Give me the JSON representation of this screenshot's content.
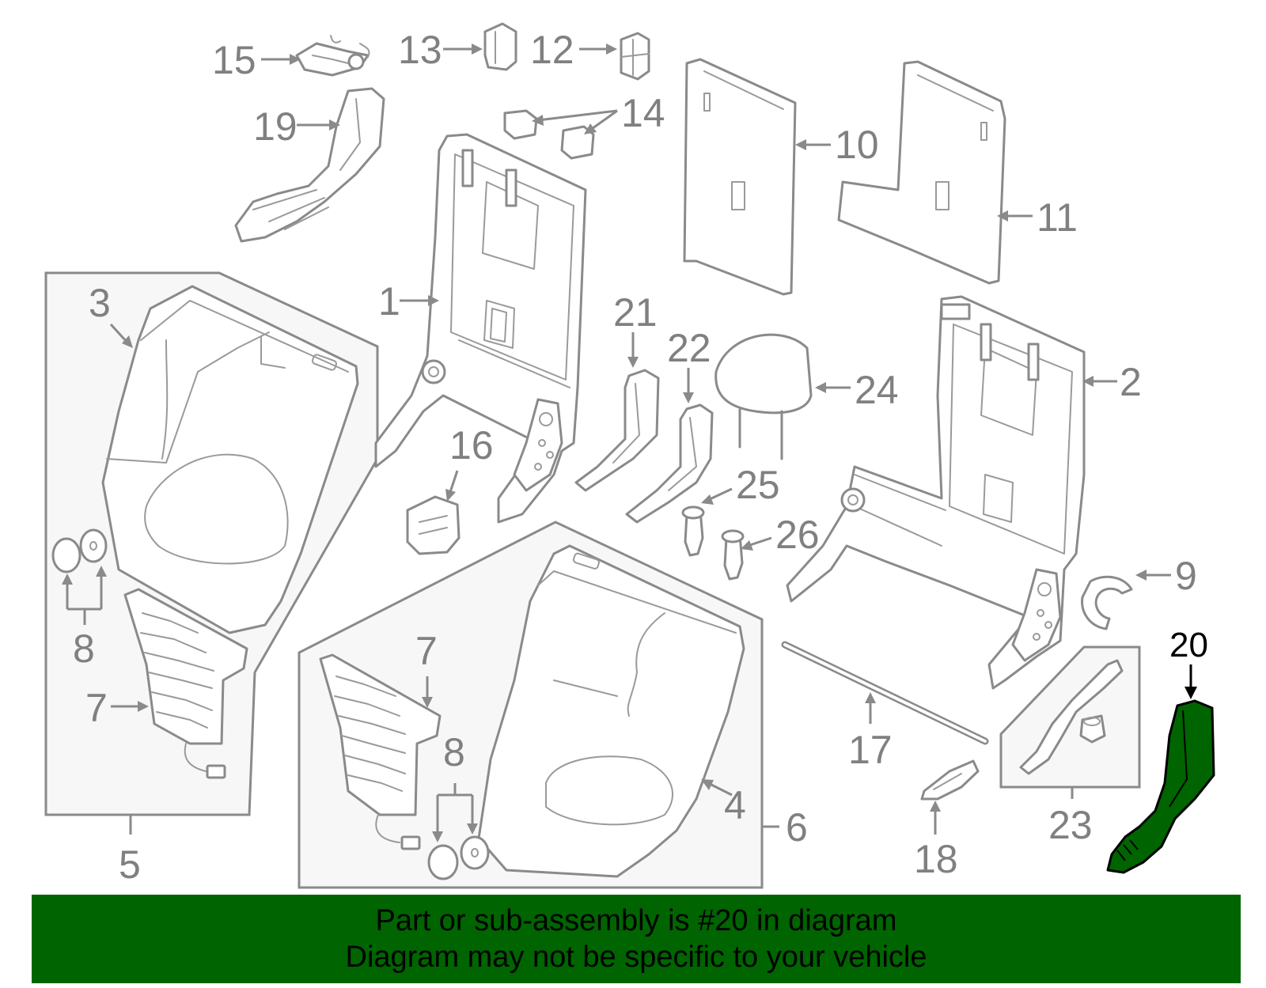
{
  "diagram": {
    "callouts": {
      "c1": "1",
      "c2": "2",
      "c3": "3",
      "c4": "4",
      "c5": "5",
      "c6": "6",
      "c7a": "7",
      "c7b": "7",
      "c8a": "8",
      "c8b": "8",
      "c9": "9",
      "c10": "10",
      "c11": "11",
      "c12": "12",
      "c13": "13",
      "c14": "14",
      "c15": "15",
      "c16": "16",
      "c17": "17",
      "c18": "18",
      "c19": "19",
      "c20": "20",
      "c21": "21",
      "c22": "22",
      "c23": "23",
      "c24": "24",
      "c25": "25",
      "c26": "26"
    },
    "highlight_part": "20",
    "highlight_color": "#006400",
    "line_color": "#8a8a8a"
  },
  "banner": {
    "line1": "Part or sub-assembly is #20 in diagram",
    "line2": "Diagram may not be specific to your vehicle",
    "background": "#006400"
  }
}
